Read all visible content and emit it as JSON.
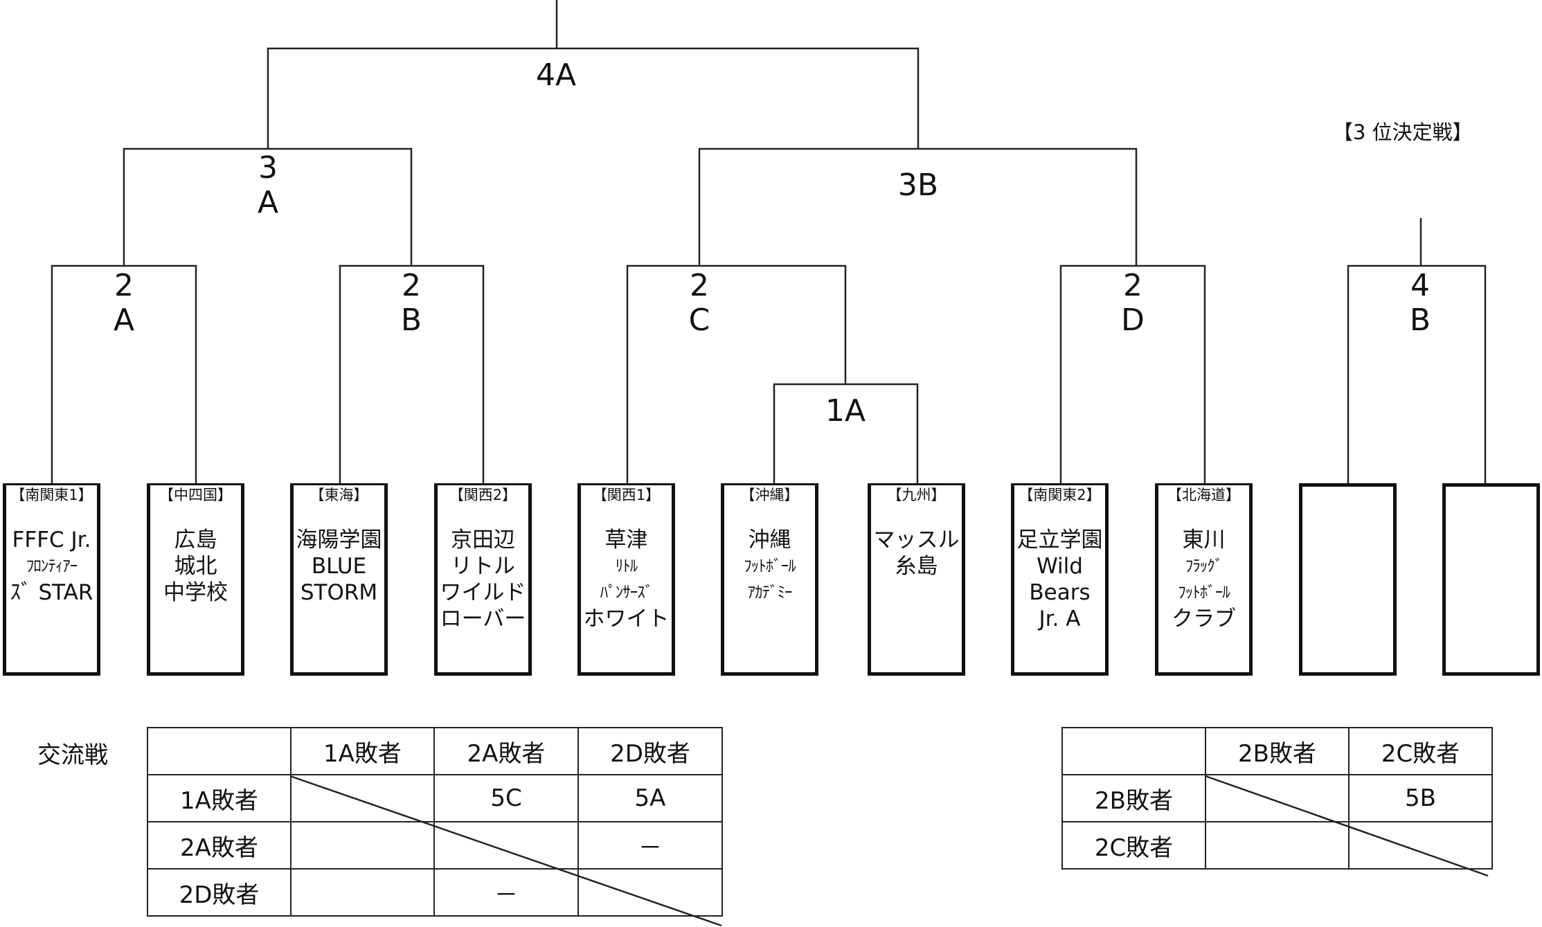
{
  "bracket": {
    "final": {
      "label": "4A"
    },
    "semis": [
      {
        "id": "3A",
        "lines": [
          "3",
          "A"
        ]
      },
      {
        "id": "3B",
        "lines": [
          "3B"
        ]
      }
    ],
    "quarters": [
      {
        "id": "2A",
        "lines": [
          "2",
          "A"
        ]
      },
      {
        "id": "2B",
        "lines": [
          "2",
          "B"
        ]
      },
      {
        "id": "2C",
        "lines": [
          "2",
          "C"
        ]
      },
      {
        "id": "2D",
        "lines": [
          "2",
          "D"
        ]
      }
    ],
    "first_round": {
      "label": "1A"
    },
    "third_place": {
      "title": "【3 位決定戦】",
      "match": {
        "lines": [
          "4",
          "B"
        ]
      }
    }
  },
  "teams": [
    {
      "region": "【南関東1】",
      "name_lines": [
        {
          "t": "FFFC Jr.",
          "s": "big"
        },
        {
          "t": "ﾌﾛﾝﾃｨｱｰ",
          "s": "small"
        },
        {
          "t": "ｽﾞ STAR",
          "s": "big"
        }
      ]
    },
    {
      "region": "【中四国】",
      "name_lines": [
        {
          "t": "広島",
          "s": "big"
        },
        {
          "t": "城北",
          "s": "big"
        },
        {
          "t": "中学校",
          "s": "big"
        }
      ]
    },
    {
      "region": "【東海】",
      "name_lines": [
        {
          "t": "海陽学園",
          "s": "big"
        },
        {
          "t": "BLUE",
          "s": "big"
        },
        {
          "t": "STORM",
          "s": "big"
        }
      ]
    },
    {
      "region": "【関西2】",
      "name_lines": [
        {
          "t": "京田辺",
          "s": "big"
        },
        {
          "t": "リトル",
          "s": "big"
        },
        {
          "t": "ワイルド",
          "s": "big"
        },
        {
          "t": "ローバー",
          "s": "big"
        }
      ]
    },
    {
      "region": "【関西1】",
      "name_lines": [
        {
          "t": "草津",
          "s": "big"
        },
        {
          "t": "ﾘﾄﾙ",
          "s": "small"
        },
        {
          "t": "ﾊﾟﾝｻｰｽﾞ",
          "s": "small"
        },
        {
          "t": "ホワイト",
          "s": "big"
        }
      ]
    },
    {
      "region": "【沖縄】",
      "name_lines": [
        {
          "t": "沖縄",
          "s": "big"
        },
        {
          "t": "ﾌｯﾄﾎﾞｰﾙ",
          "s": "small"
        },
        {
          "t": "ｱｶﾃﾞﾐｰ",
          "s": "small"
        }
      ]
    },
    {
      "region": "【九州】",
      "name_lines": [
        {
          "t": "マッスル",
          "s": "big"
        },
        {
          "t": "糸島",
          "s": "big"
        }
      ]
    },
    {
      "region": "【南関東2】",
      "name_lines": [
        {
          "t": "足立学園",
          "s": "big"
        },
        {
          "t": "Wild",
          "s": "big"
        },
        {
          "t": "Bears",
          "s": "big"
        },
        {
          "t": "Jr. A",
          "s": "big"
        }
      ]
    },
    {
      "region": "【北海道】",
      "name_lines": [
        {
          "t": "東川",
          "s": "big"
        },
        {
          "t": "ﾌﾗｯｸﾞ",
          "s": "small"
        },
        {
          "t": "ﾌｯﾄﾎﾞｰﾙ",
          "s": "small"
        },
        {
          "t": "クラブ",
          "s": "big"
        }
      ]
    },
    {
      "region": "",
      "name_lines": []
    },
    {
      "region": "",
      "name_lines": []
    }
  ],
  "exchange": {
    "title": "交流戦",
    "table1": {
      "col_headers": [
        "1A敗者",
        "2A敗者",
        "2D敗者"
      ],
      "rows": [
        {
          "header": "1A敗者",
          "cells": [
            "",
            "5C",
            "5A"
          ]
        },
        {
          "header": "2A敗者",
          "cells": [
            "",
            "",
            "－"
          ]
        },
        {
          "header": "2D敗者",
          "cells": [
            "",
            "－",
            ""
          ]
        }
      ]
    },
    "table2": {
      "col_headers": [
        "2B敗者",
        "2C敗者"
      ],
      "rows": [
        {
          "header": "2B敗者",
          "cells": [
            "",
            "5B"
          ]
        },
        {
          "header": "2C敗者",
          "cells": [
            "",
            ""
          ]
        }
      ]
    }
  }
}
